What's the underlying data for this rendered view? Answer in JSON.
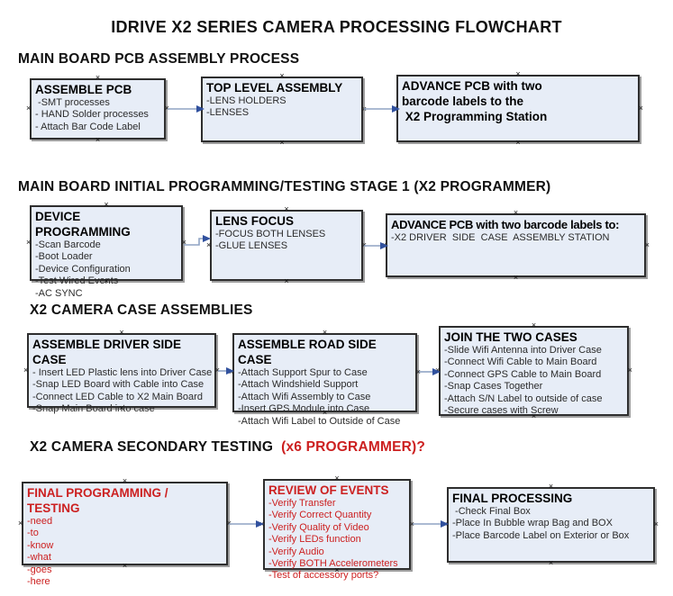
{
  "title": "IDRIVE X2  SERIES CAMERA PROCESSING FLOWCHART",
  "icons": {
    "anchor_mark": "×",
    "arrow": "right-arrowhead"
  },
  "colors": {
    "box_fill": "#e7edf7",
    "box_border": "#2e2e2e",
    "box_shadow": "#9e9e9e",
    "connector_line": "#8fa3c4",
    "connector_arrow": "#31519e",
    "red_text": "#cc2020",
    "heading_text": "#111111"
  },
  "sections": [
    {
      "heading": "MAIN BOARD PCB ASSEMBLY PROCESS",
      "heading_red": "",
      "boxes": [
        {
          "title": "ASSEMBLE PCB",
          "items": [
            " -SMT processes",
            "- HAND Solder processes",
            "- Attach Bar Code Label"
          ]
        },
        {
          "title": "TOP LEVEL ASSEMBLY",
          "items": [
            "-LENS HOLDERS",
            "-LENSES"
          ]
        },
        {
          "title": "ADVANCE PCB with two\nbarcode labels to the\n X2 Programming Station",
          "items": []
        }
      ]
    },
    {
      "heading": "MAIN BOARD INITIAL PROGRAMMING/TESTING STAGE 1 (X2 PROGRAMMER)",
      "heading_red": "",
      "boxes": [
        {
          "title": "DEVICE PROGRAMMING",
          "items": [
            "-Scan Barcode",
            "-Boot Loader",
            "-Device Configuration",
            "-Test Wired Events",
            "-AC SYNC"
          ]
        },
        {
          "title": "LENS FOCUS",
          "items": [
            "-FOCUS BOTH LENSES",
            "-GLUE LENSES"
          ]
        },
        {
          "title": "ADVANCE PCB with two barcode labels to:",
          "items": [
            "-X2 DRIVER  SIDE  CASE  ASSEMBLY STATION"
          ]
        }
      ]
    },
    {
      "heading": "X2 CAMERA CASE ASSEMBLIES",
      "heading_red": "",
      "boxes": [
        {
          "title": "ASSEMBLE DRIVER SIDE CASE",
          "items": [
            "- Insert LED Plastic lens into Driver Case",
            "-Snap LED Board with Cable into Case",
            "-Connect LED Cable to X2 Main Board",
            "-Snap Main Board into case"
          ]
        },
        {
          "title": "ASSEMBLE ROAD SIDE CASE",
          "items": [
            "-Attach Support Spur to Case",
            "-Attach Windshield Support",
            "-Attach Wifi Assembly to Case",
            "-Insert GPS Module into Case",
            "-Attach Wifi Label to Outside of Case"
          ]
        },
        {
          "title": "JOIN THE TWO CASES",
          "items": [
            "-Slide Wifi Antenna into Driver Case",
            "-Connect Wifi Cable to Main Board",
            "-Connect GPS Cable to Main Board",
            "-Snap Cases Together",
            "-Attach S/N Label to outside of case",
            "-Secure cases with Screw"
          ]
        }
      ]
    },
    {
      "heading": "X2 CAMERA SECONDARY TESTING ",
      "heading_red": " (x6 PROGRAMMER)?",
      "boxes": [
        {
          "title": "FINAL PROGRAMMING / TESTING",
          "items": [
            "-need",
            "-to",
            "-know",
            "-what",
            "-goes",
            "-here"
          ]
        },
        {
          "title": "REVIEW OF EVENTS",
          "items": [
            "-Verify Transfer",
            "-Verify Correct Quantity",
            "-Verify Quality of Video",
            "-Verify LEDs function",
            "-Verify Audio",
            "-Verify BOTH Accelerometers",
            "-Test of accessory ports?"
          ]
        },
        {
          "title": "FINAL PROCESSING",
          "items": [
            " -Check Final Box",
            "-Place In Bubble wrap Bag and BOX",
            "-Place Barcode Label on Exterior or Box"
          ]
        }
      ]
    }
  ]
}
